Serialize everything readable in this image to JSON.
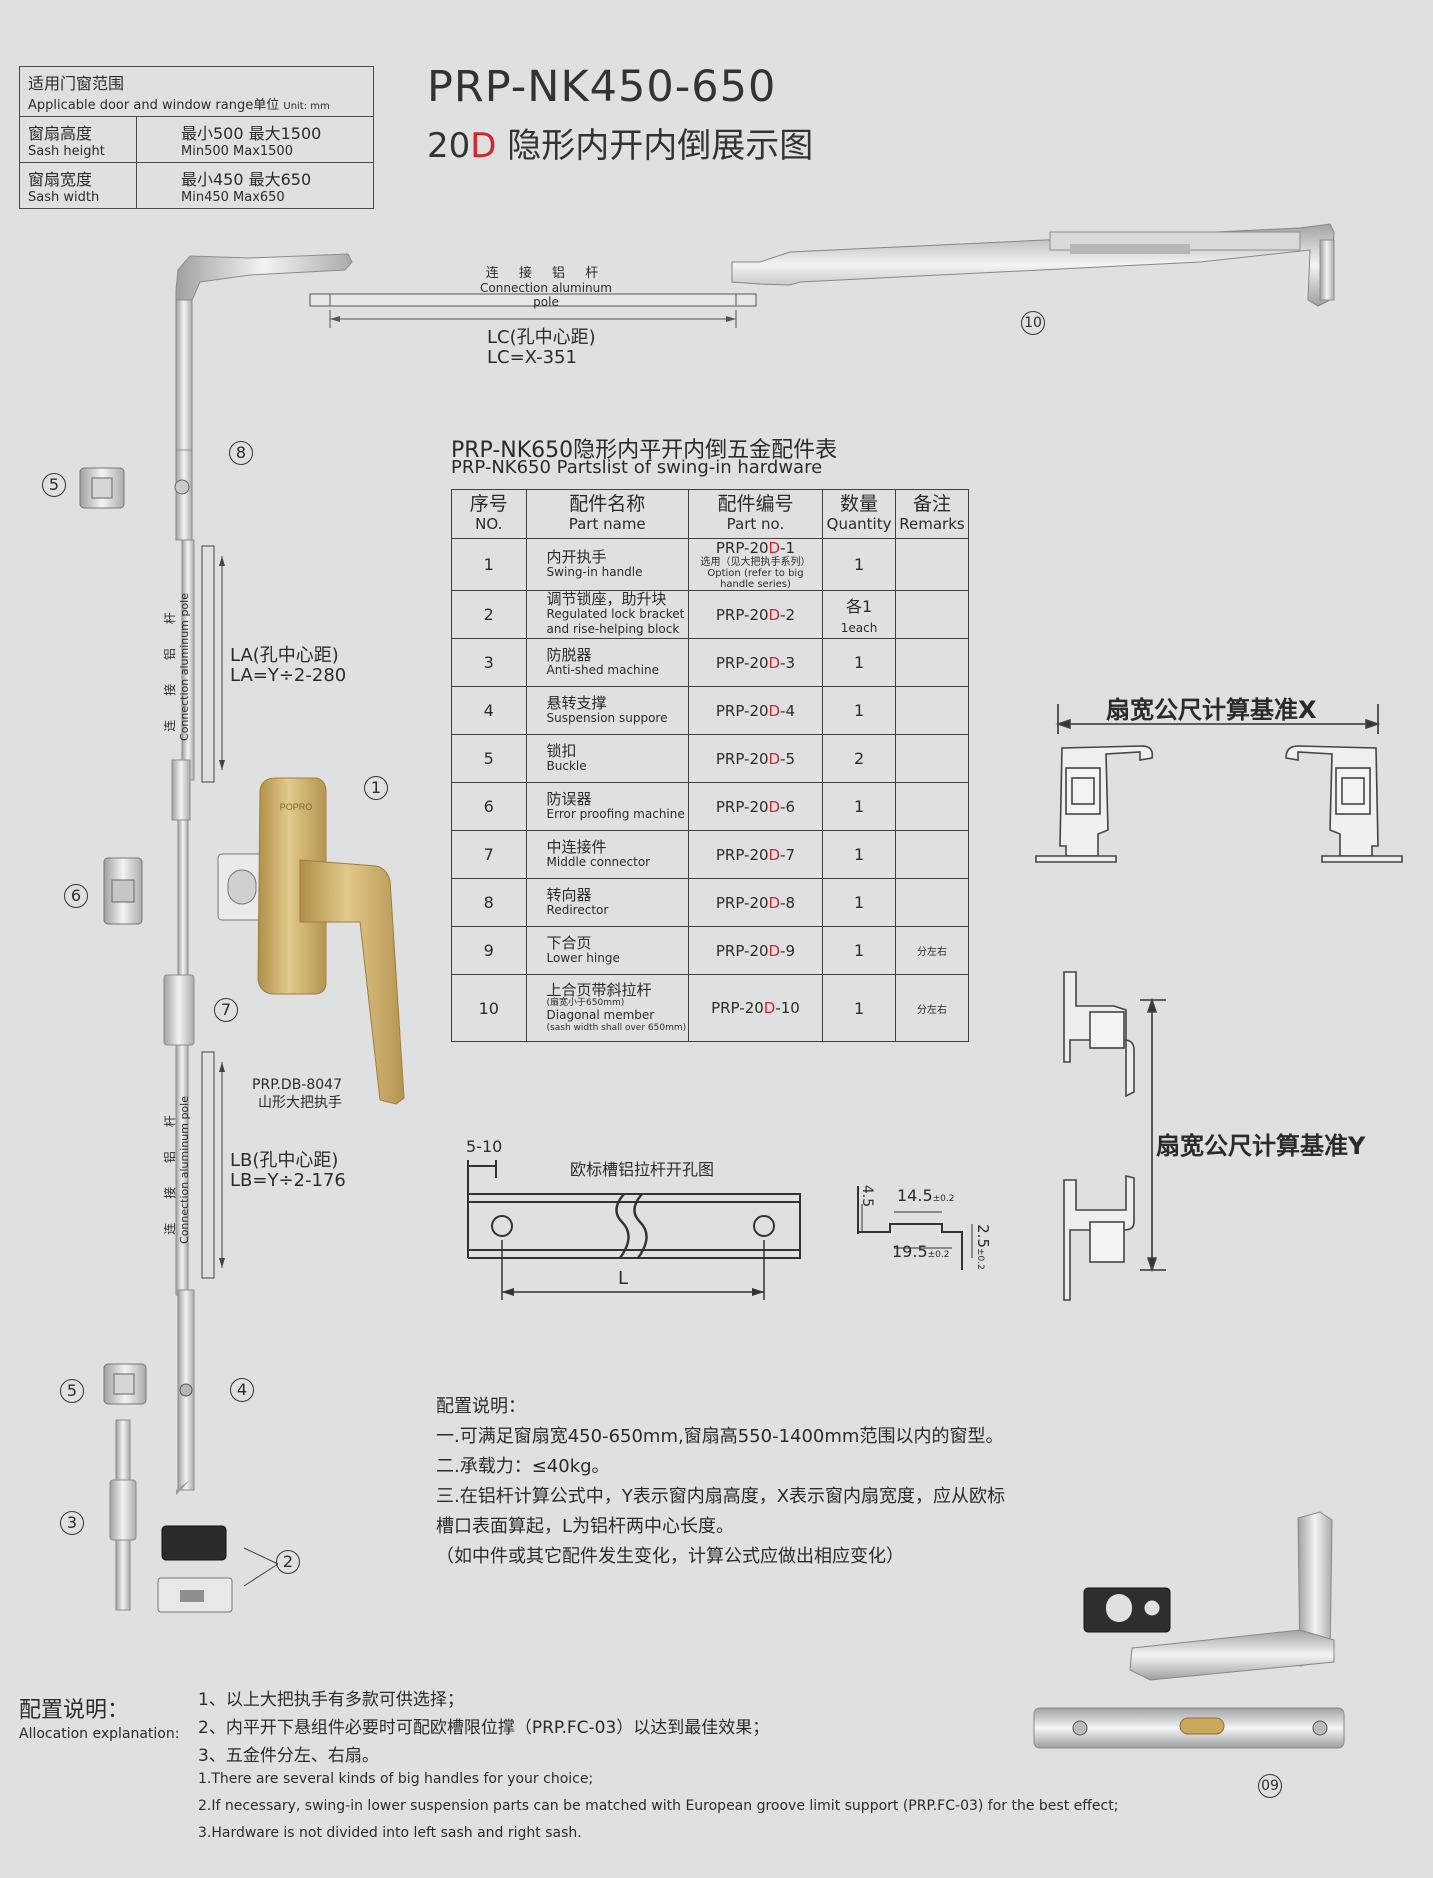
{
  "range_table": {
    "header_cn": "适用门窗范围",
    "header_en": "Applicable door and window range",
    "unit_cn": "单位",
    "unit_en": "Unit: mm",
    "rows": [
      {
        "label_cn": "窗扇高度",
        "label_en": "Sash height",
        "value_cn": "最小500  最大1500",
        "value_en": "Min500  Max1500"
      },
      {
        "label_cn": "窗扇宽度",
        "label_en": "Sash width",
        "value_cn": "最小450  最大650",
        "value_en": "Min450  Max650"
      }
    ]
  },
  "title": "PRP-NK450-650",
  "subtitle": {
    "prefix": "20",
    "prefix_red": "D",
    "text": " 隐形内开内倒展示图"
  },
  "top_pole": {
    "label_cn": "连 接 铝 杆",
    "label_en": "Connection aluminum pole",
    "dim_cn": "LC(孔中心距)",
    "dim_formula": "LC=X-351"
  },
  "left_poles": [
    {
      "label_cn": "连 接 铝 杆",
      "label_en": "Connection aluminum pole",
      "dim_cn": "LA(孔中心距)",
      "dim_formula": "LA=Y÷2-280"
    },
    {
      "label_cn": "连 接 铝 杆",
      "label_en": "Connection aluminum pole",
      "dim_cn": "LB(孔中心距)",
      "dim_formula": "LB=Y÷2-176"
    }
  ],
  "handle": {
    "model": "PRP.DB-8047",
    "name": "山形大把执手",
    "brand": "POPRO"
  },
  "callouts": [
    "1",
    "2",
    "3",
    "4",
    "5",
    "5",
    "6",
    "7",
    "8",
    "09",
    "10"
  ],
  "parts_table": {
    "title_cn_pre": "PRP-NK650",
    "title_cn": "隐形内平开内倒五金配件表",
    "title_en": "PRP-NK650 Partslist of swing-in hardware",
    "headers": [
      {
        "cn": "序号",
        "en": "NO."
      },
      {
        "cn": "配件名称",
        "en": "Part name"
      },
      {
        "cn": "配件编号",
        "en": "Part no."
      },
      {
        "cn": "数量",
        "en": "Quantity"
      },
      {
        "cn": "备注",
        "en": "Remarks"
      }
    ],
    "rows": [
      {
        "no": "1",
        "name_cn": "内开执手",
        "name_en": "Swing-in handle",
        "pno": "PRP-20D-1",
        "pno_opt": "选用（见大把执手系列）",
        "pno_opt_en": "Option (refer to big handle series)",
        "qty": "1",
        "remark": ""
      },
      {
        "no": "2",
        "name_cn": "调节锁座，助升块",
        "name_en": "Regulated lock bracket",
        "name_en2": "and rise-helping block",
        "pno": "PRP-20D-2",
        "qty": "各1",
        "qty_en": "1each",
        "remark": ""
      },
      {
        "no": "3",
        "name_cn": "防脱器",
        "name_en": "Anti-shed machine",
        "pno": "PRP-20D-3",
        "qty": "1",
        "remark": ""
      },
      {
        "no": "4",
        "name_cn": "悬转支撑",
        "name_en": "Suspension suppore",
        "pno": "PRP-20D-4",
        "qty": "1",
        "remark": ""
      },
      {
        "no": "5",
        "name_cn": "锁扣",
        "name_en": "Buckle",
        "pno": "PRP-20D-5",
        "qty": "2",
        "remark": ""
      },
      {
        "no": "6",
        "name_cn": "防误器",
        "name_en": "Error proofing machine",
        "pno": "PRP-20D-6",
        "qty": "1",
        "remark": ""
      },
      {
        "no": "7",
        "name_cn": "中连接件",
        "name_en": "Middle connector",
        "pno": "PRP-20D-7",
        "qty": "1",
        "remark": ""
      },
      {
        "no": "8",
        "name_cn": "转向器",
        "name_en": "Redirector",
        "pno": "PRP-20D-8",
        "qty": "1",
        "remark": ""
      },
      {
        "no": "9",
        "name_cn": "下合页",
        "name_en": "Lower hinge",
        "pno": "PRP-20D-9",
        "qty": "1",
        "remark": "分左右"
      },
      {
        "no": "10",
        "name_cn": "上合页带斜拉杆",
        "name_cn_sub": "(扇宽小于650mm)",
        "name_en": "Diagonal member",
        "name_en_sub": "(sash width shall over 650mm)",
        "pno": "PRP-20D-10",
        "qty": "1",
        "remark": "分左右"
      }
    ]
  },
  "sash_x_label": "扇宽公尺计算基准X",
  "sash_y_label": "扇宽公尺计算基准Y",
  "drill_diagram": {
    "title": "欧标槽铝拉杆开孔图",
    "dim_left": "5-10",
    "dim_L": "L"
  },
  "profile_dims": {
    "h": "4.5",
    "w1": "14.5",
    "w1_tol": "±0.2",
    "w2": "19.5",
    "w2_tol": "±0.2",
    "d": "2.5",
    "d_tol": "±0.2"
  },
  "config_notes": {
    "title": "配置说明：",
    "lines": [
      "一.可满足窗扇宽450-650mm,窗扇高550-1400mm范围以内的窗型。",
      "二.承载力：≤40kg。",
      "三.在铝杆计算公式中，Y表示窗内扇高度，X表示窗内扇宽度，应从欧标",
      "槽口表面算起，L为铝杆两中心长度。",
      "（如中件或其它配件发生变化，计算公式应做出相应变化）"
    ]
  },
  "allocation": {
    "title_cn": "配置说明：",
    "title_en": "Allocation explanation:",
    "lines_cn": [
      "1、以上大把执手有多款可供选择；",
      "2、内平开下悬组件必要时可配欧槽限位撑（PRP.FC-03）以达到最佳效果；",
      "3、五金件分左、右扇。"
    ],
    "lines_en": [
      "1.There are several kinds of big handles for your choice;",
      "2.If necessary, swing-in lower suspension parts can be matched with European groove limit support (PRP.FC-03) for the best effect;",
      "3.Hardware is not divided into left sash and right sash."
    ]
  },
  "colors": {
    "background": "#dfe0e2",
    "accent_red": "#d4262a",
    "handle_gold": "#c9a85c",
    "metal": "#c8c9cb"
  }
}
